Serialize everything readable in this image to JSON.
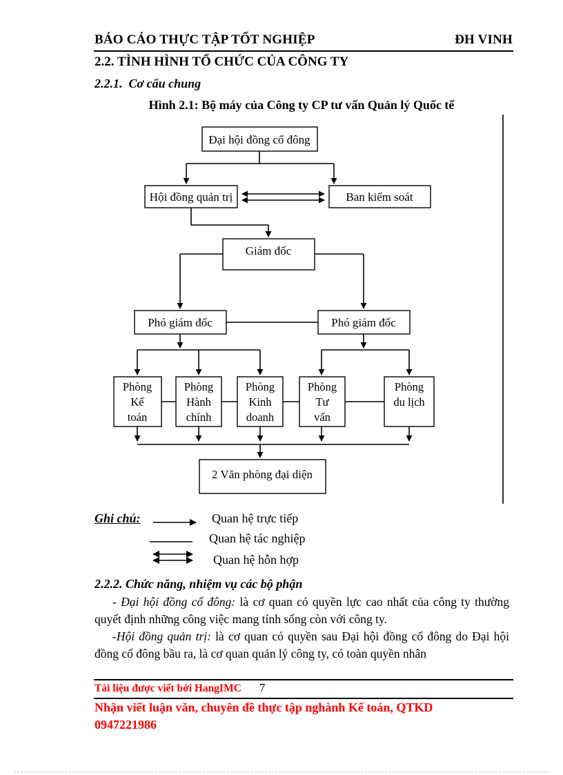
{
  "header": {
    "left": "BÁO CÁO THỰC TẬP TỐT NGHIỆP",
    "right": "ĐH VINH"
  },
  "headings": {
    "section": "2.2. TÌNH HÌNH TỔ CHỨC CỦA CÔNG TY",
    "subsection": "2.2.1.  Cơ cấu chung",
    "figure_caption": "Hình 2.1: Bộ máy của Công ty CP tư vấn Quản lý Quốc tế",
    "functions_section": "2.2.2. Chức năng, nhiệm vụ các bộ phận"
  },
  "chart_data": {
    "type": "org-chart",
    "title": "Hình 2.1: Bộ máy của Công ty CP tư vấn Quản lý Quốc tế",
    "nodes": {
      "shareholders": "Đại hội đồng cổ đông",
      "board": "Hội đồng quản trị",
      "supervisory": "Ban kiểm soát",
      "director": "Giám đốc",
      "deputy_left": "Phó giám đốc",
      "deputy_right": "Phó giám đốc",
      "dept_accounting": [
        "Phòng",
        "Kế",
        "toán"
      ],
      "dept_admin": [
        "Phòng",
        "Hành",
        "chính"
      ],
      "dept_business": [
        "Phòng",
        "Kinh",
        "doanh"
      ],
      "dept_consulting": [
        "Phòng",
        "Tư",
        "vấn"
      ],
      "dept_tourism": [
        "Phòng",
        "du lịch"
      ],
      "rep_offices": "2 Văn phòng đại diện"
    },
    "edges": [
      {
        "from": "shareholders",
        "to": "board",
        "type": "quan-he-truc-tiep"
      },
      {
        "from": "shareholders",
        "to": "supervisory",
        "type": "quan-he-truc-tiep"
      },
      {
        "from": "board",
        "to": "supervisory",
        "type": "quan-he-hon-hop"
      },
      {
        "from": "board",
        "to": "director",
        "type": "quan-he-truc-tiep"
      },
      {
        "from": "director",
        "to": "deputy_left",
        "type": "quan-he-truc-tiep"
      },
      {
        "from": "director",
        "to": "deputy_right",
        "type": "quan-he-truc-tiep"
      },
      {
        "from": "deputy_left",
        "to": "deputy_right",
        "type": "quan-he-tac-nghiep"
      },
      {
        "from": "deputy_left",
        "to": "dept_accounting,dept_admin,dept_business",
        "type": "quan-he-truc-tiep"
      },
      {
        "from": "deputy_right",
        "to": "dept_consulting,dept_tourism",
        "type": "quan-he-truc-tiep"
      },
      {
        "from": "dept_accounting,dept_admin,dept_business,dept_consulting,dept_tourism",
        "to": "rep_offices",
        "type": "quan-he-truc-tiep"
      }
    ],
    "legend": {
      "title": "Ghi chú:",
      "items": [
        {
          "symbol": "arrow",
          "label": "Quan hệ trực tiếp"
        },
        {
          "symbol": "plain-line",
          "label": "Quan hệ tác nghiệp"
        },
        {
          "symbol": "double-arrow",
          "label": "Quan hệ hỗn hợp"
        }
      ]
    }
  },
  "body": {
    "paragraphs": [
      {
        "lead": "- Đại hội đồng cổ đông:",
        "text": " là cơ quan có quyền lực cao nhất của công ty thường quyết định những công việc mang tính sống còn với công ty."
      },
      {
        "lead": "-Hội đồng quản trị:",
        "text": " là cơ quan có quyền sau Đại hội đồng cổ đông do Đại hội đồng cổ đông bầu ra, là cơ quan quản lý công ty, có toàn quyền nhân"
      }
    ]
  },
  "footer": {
    "credit": "Tài liệu được viết bởi HangIMC",
    "page_number": "7",
    "ad_line1": "Nhận viết luận văn, chuyên đề thực tập nghành Kế toán, QTKD",
    "ad_line2": "0947221986",
    "accent_color": "#ff0000"
  }
}
